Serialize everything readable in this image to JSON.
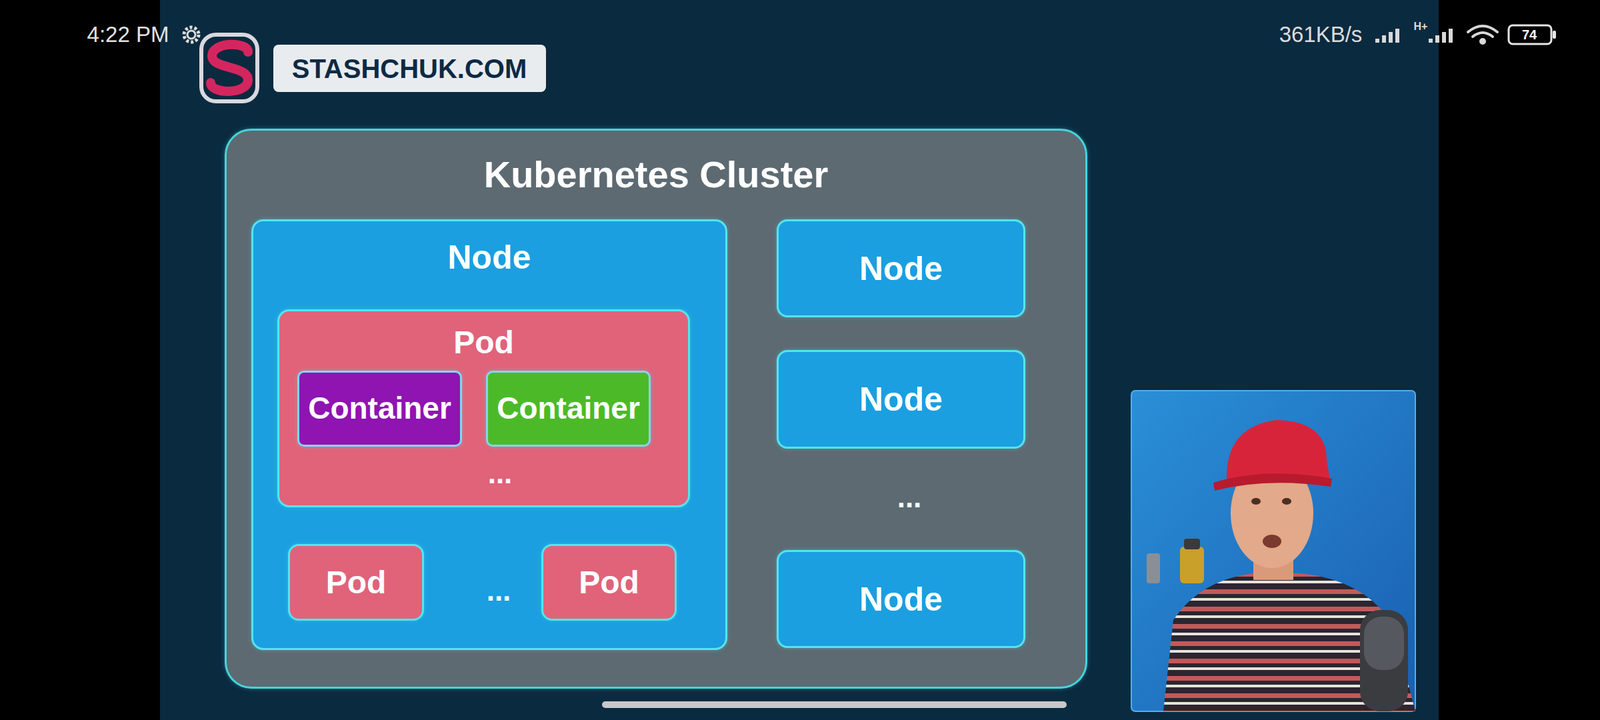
{
  "diagram": {
    "title": "Kubernetes Cluster",
    "nodes": [
      {
        "text": [
          "Kubernetes Cluster"
        ]
      },
      {
        "text": [
          "Node"
        ],
        "in": 0
      },
      {
        "text": [
          "Pod"
        ],
        "in": 1
      },
      {
        "text": [
          "Container"
        ],
        "in": 2
      },
      {
        "text": [
          "Container"
        ],
        "in": 2
      },
      {
        "text": [
          "Pod"
        ],
        "in": 1
      },
      {
        "text": [
          "Pod"
        ],
        "in": 1
      },
      {
        "text": [
          "Node"
        ],
        "in": 0
      },
      {
        "text": [
          "Node"
        ],
        "in": 0
      },
      {
        "text": [
          "Node"
        ],
        "in": 0
      }
    ],
    "labels": [
      "4:22 PM",
      "STASHCHUK.COM",
      "361KB/s",
      "H+",
      "74",
      "...",
      "...",
      "..."
    ]
  }
}
